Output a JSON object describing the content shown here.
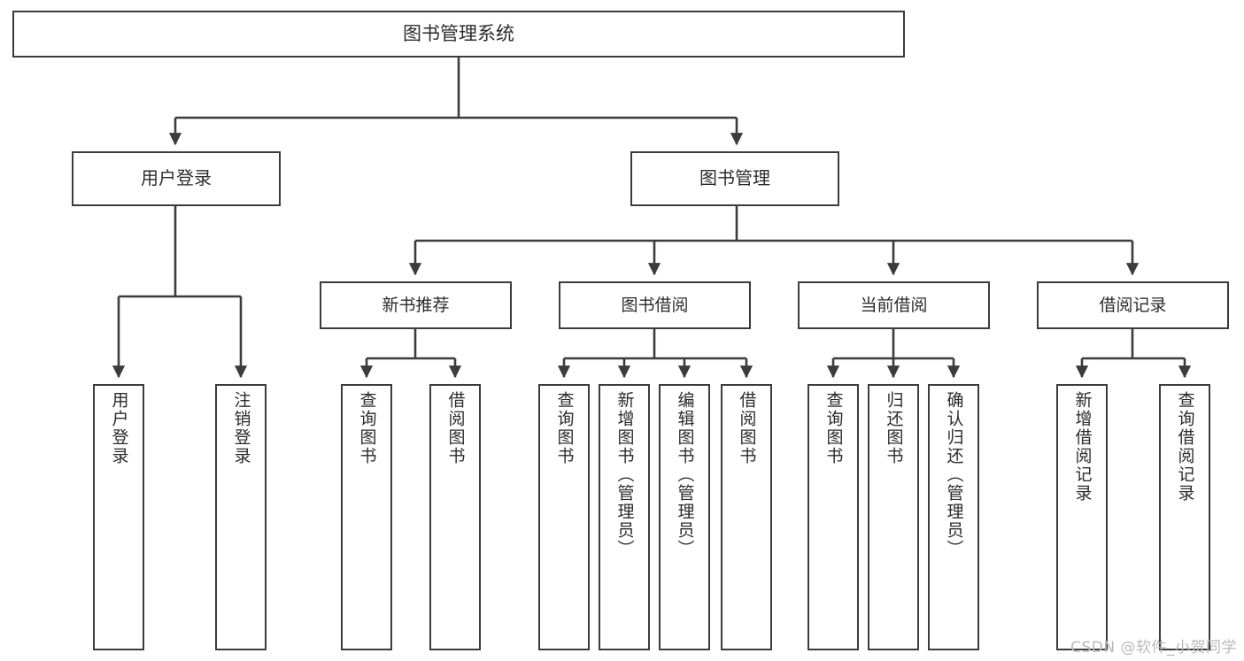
{
  "diagram": {
    "title": "图书管理系统",
    "type": "hierarchy-tree",
    "colors": {
      "background": "#ffffff",
      "box_border": "#3c3c3c",
      "connector": "#3c3c3c",
      "text": "#2b2b2b",
      "watermark": "#b9b9b9"
    },
    "root": {
      "label": "图书管理系统"
    },
    "level1": [
      {
        "label": "用户登录"
      },
      {
        "label": "图书管理"
      }
    ],
    "level2": [
      {
        "label": "新书推荐"
      },
      {
        "label": "图书借阅"
      },
      {
        "label": "当前借阅"
      },
      {
        "label": "借阅记录"
      }
    ],
    "leaves": {
      "user_login": [
        {
          "label": "用户登录"
        },
        {
          "label": "注销登录"
        }
      ],
      "new_book": [
        {
          "label": "查询图书"
        },
        {
          "label": "借阅图书"
        }
      ],
      "book_borrow": [
        {
          "label": "查询图书"
        },
        {
          "label": "新增图书（管理员）"
        },
        {
          "label": "编辑图书（管理员）"
        },
        {
          "label": "借阅图书"
        }
      ],
      "current_borrow": [
        {
          "label": "查询图书"
        },
        {
          "label": "归还图书"
        },
        {
          "label": "确认归还（管理员）"
        }
      ],
      "borrow_record": [
        {
          "label": "新增借阅记录"
        },
        {
          "label": "查询借阅记录"
        }
      ]
    }
  },
  "watermark": {
    "text": "CSDN @软件_小贺同学"
  }
}
